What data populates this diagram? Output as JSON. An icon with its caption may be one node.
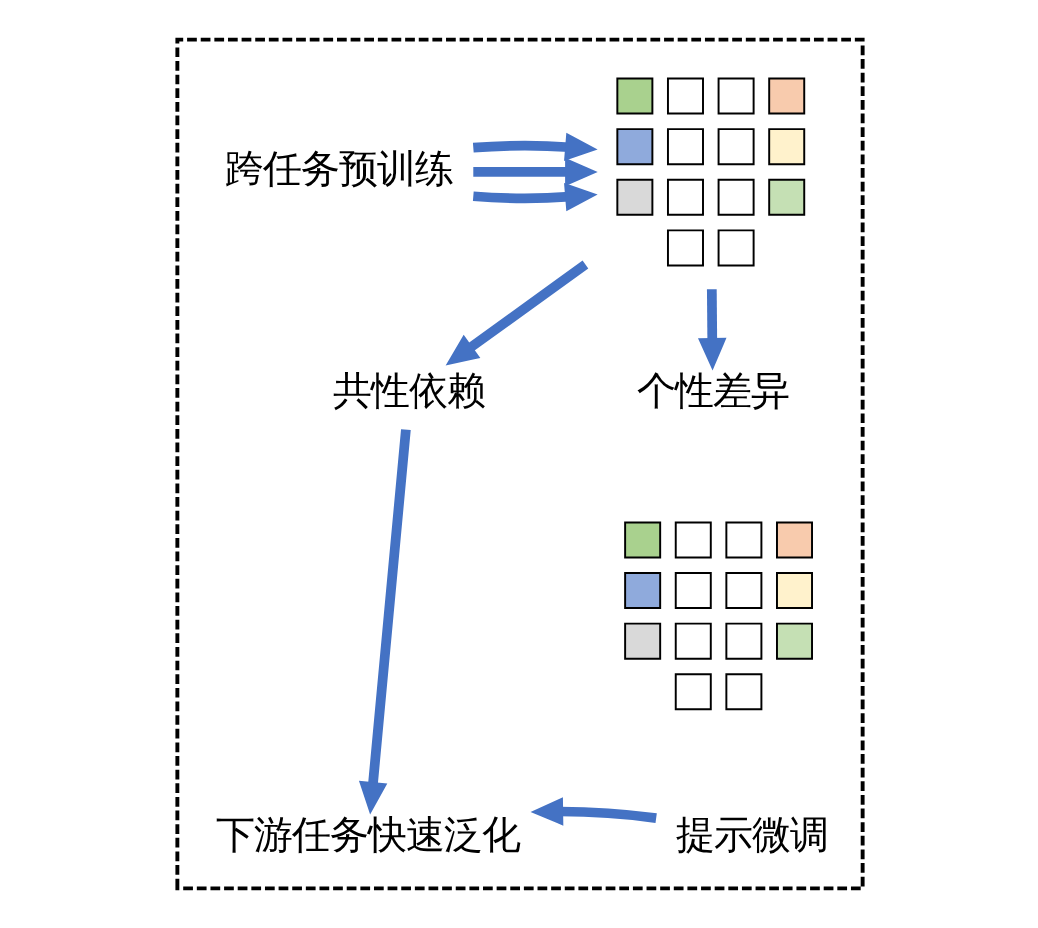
{
  "diagram": {
    "nodes": [
      {
        "text": [],
        "shape": "box"
      },
      {
        "text": [
          "跨任务预训练"
        ],
        "in": 0
      },
      {
        "text": [],
        "shape": "picture",
        "in": 0
      },
      {
        "text": [
          "共性依赖"
        ],
        "in": 0
      },
      {
        "text": [
          "个性差异"
        ],
        "in": 0
      },
      {
        "text": [],
        "shape": "picture",
        "in": 0
      },
      {
        "text": [
          "提示微调"
        ],
        "in": 0
      },
      {
        "text": [
          "下游任务快速泛化"
        ],
        "in": 0
      }
    ],
    "edges": [
      {
        "from": 1,
        "to": 2,
        "arrow": "to"
      },
      {
        "from": 1,
        "to": 2,
        "arrow": "to"
      },
      {
        "from": 1,
        "to": 2,
        "arrow": "to"
      },
      {
        "from": 2,
        "to": 3,
        "arrow": "to"
      },
      {
        "from": 2,
        "to": 4,
        "arrow": "to"
      },
      {
        "from": 3,
        "to": 7,
        "arrow": "to"
      },
      {
        "from": 6,
        "to": 7,
        "arrow": "to"
      }
    ]
  }
}
